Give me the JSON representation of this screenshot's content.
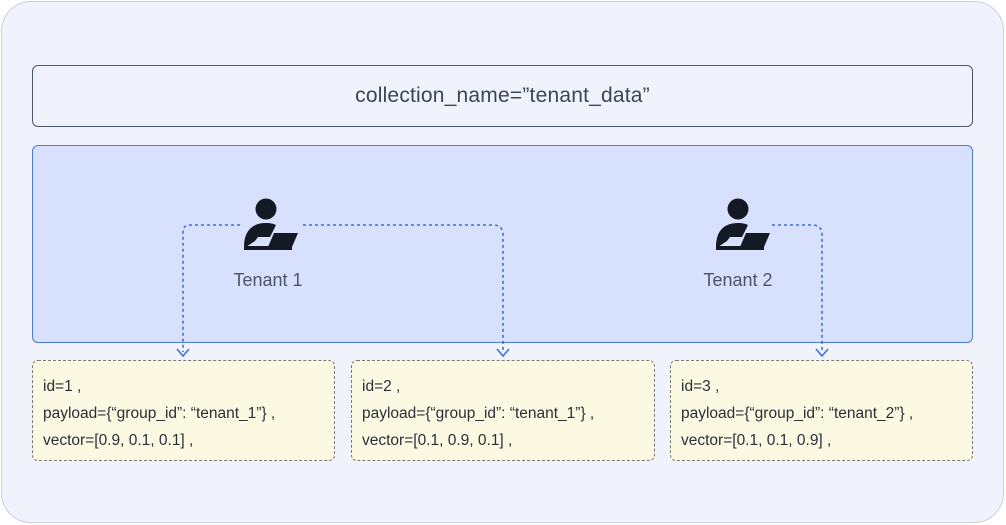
{
  "collection": {
    "label": "collection_name=”tenant_data”"
  },
  "tenants": [
    {
      "label": "Tenant 1",
      "icon": "user-laptop-icon"
    },
    {
      "label": "Tenant 2",
      "icon": "user-laptop-icon"
    }
  ],
  "records": [
    {
      "id": "id=1 ,",
      "payload": "payload={“group_id”: “tenant_1”} ,",
      "vector": "vector=[0.9, 0.1, 0.1] ,"
    },
    {
      "id": "id=2 ,",
      "payload": "payload={“group_id”: “tenant_1”} ,",
      "vector": "vector=[0.1, 0.9, 0.1] ,"
    },
    {
      "id": "id=3 ,",
      "payload": "payload={“group_id”: “tenant_2”} ,",
      "vector": "vector=[0.1, 0.1, 0.9] ,"
    }
  ],
  "colors": {
    "tenant_area_fill": "#d7e0fc",
    "tenant_area_border": "#4a79e0",
    "record_fill": "#fcf9e3",
    "connector": "#3f6fe0",
    "icon": "#141a24"
  }
}
